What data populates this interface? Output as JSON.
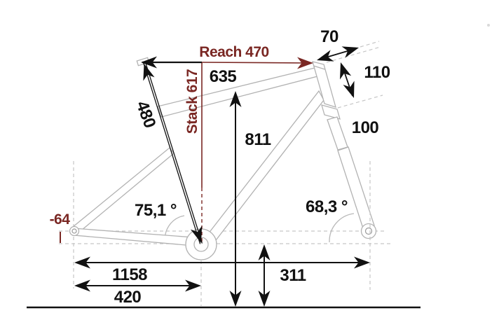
{
  "diagram": {
    "reach_label": "Reach 470",
    "stack_label": "Stack 617",
    "top_tube_length": "635",
    "seat_tube_length": "480",
    "standover_height": "811",
    "stem_spacer_length": "70",
    "head_tube_length": "110",
    "fork_travel": "100",
    "seat_tube_angle": "75,1 °",
    "head_tube_angle": "68,3 °",
    "wheelbase": "1158",
    "chainstay_length": "420",
    "bb_height": "311",
    "bb_drop": "-64",
    "colors": {
      "accent_red": "#7a2723",
      "line_black": "#111111",
      "frame_gray": "#b2b2b2",
      "dash_gray": "#c6c6c6"
    }
  }
}
